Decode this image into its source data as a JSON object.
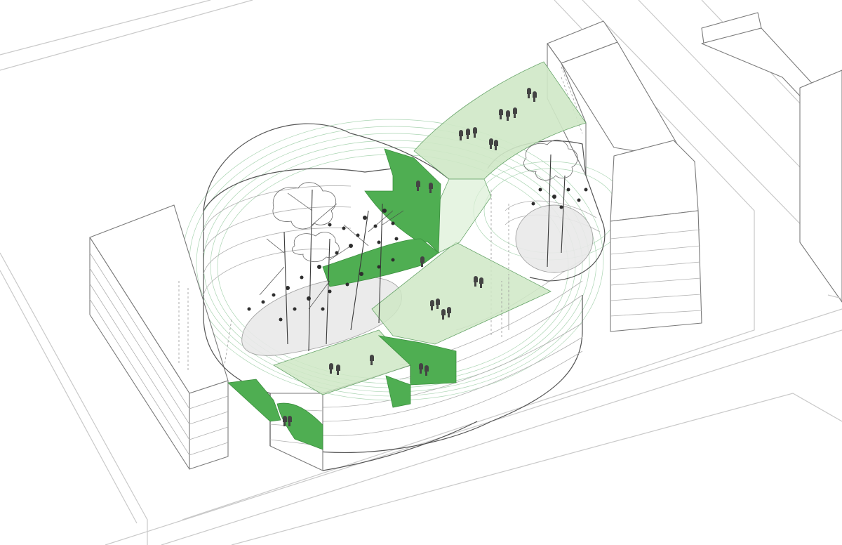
{
  "colors": {
    "background": "#ffffff",
    "green_solid": "#4fae52",
    "green_light": "#cfe8c6",
    "green_contour": "#8fc79a",
    "building_line": "#555555",
    "street_line": "#c9c9c9",
    "people": "#444444"
  },
  "elements": {
    "buildings": [
      "west-block",
      "south-block",
      "curved-courtyard-ring",
      "north-block",
      "east-block"
    ],
    "green_roof_planes": [
      "north-roof-garden",
      "central-roof-terrace",
      "south-roof-terrace"
    ],
    "green_ramps": [
      "central-vertical-ramp",
      "west-ramp",
      "south-ramp"
    ],
    "trees": [
      "courtyard-tree-cluster",
      "east-courtyard-tree"
    ],
    "water_features": [
      "west-courtyard-pool",
      "east-courtyard-pool"
    ]
  }
}
